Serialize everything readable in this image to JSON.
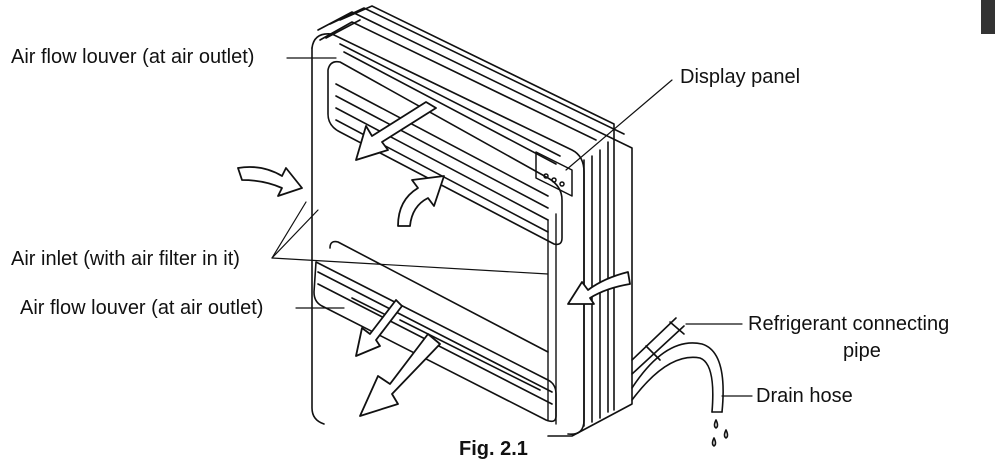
{
  "labels": {
    "louver_top": "Air flow louver (at air outlet)",
    "display_panel": "Display panel",
    "air_inlet": "Air inlet (with air filter in it)",
    "louver_bottom": "Air flow louver (at air outlet)",
    "refrigerant_line1": "Refrigerant connecting",
    "refrigerant_line2": "pipe",
    "drain_hose": "Drain hose"
  },
  "caption": "Fig. 2.1",
  "colors": {
    "line": "#111111",
    "tab": "#333333"
  }
}
